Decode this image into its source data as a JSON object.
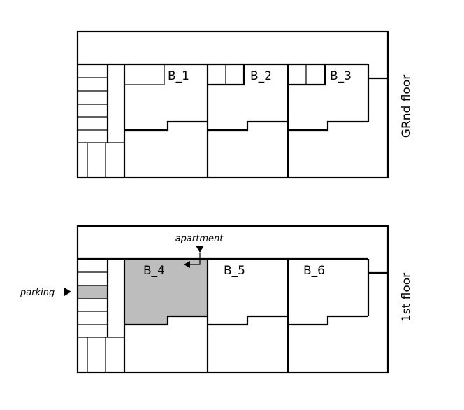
{
  "floors": [
    {
      "label": "GRnd floor",
      "units": [
        "B_1",
        "B_2",
        "B_3"
      ]
    },
    {
      "label": "1st floor",
      "units": [
        "B_4",
        "B_5",
        "B_6"
      ]
    }
  ],
  "annotations": {
    "apartment": "apartment",
    "parking": "parking"
  },
  "highlight": {
    "unit": "B_4",
    "parking_row": 3
  },
  "colors": {
    "highlight": "#bdbdbd",
    "stroke": "#000000"
  }
}
